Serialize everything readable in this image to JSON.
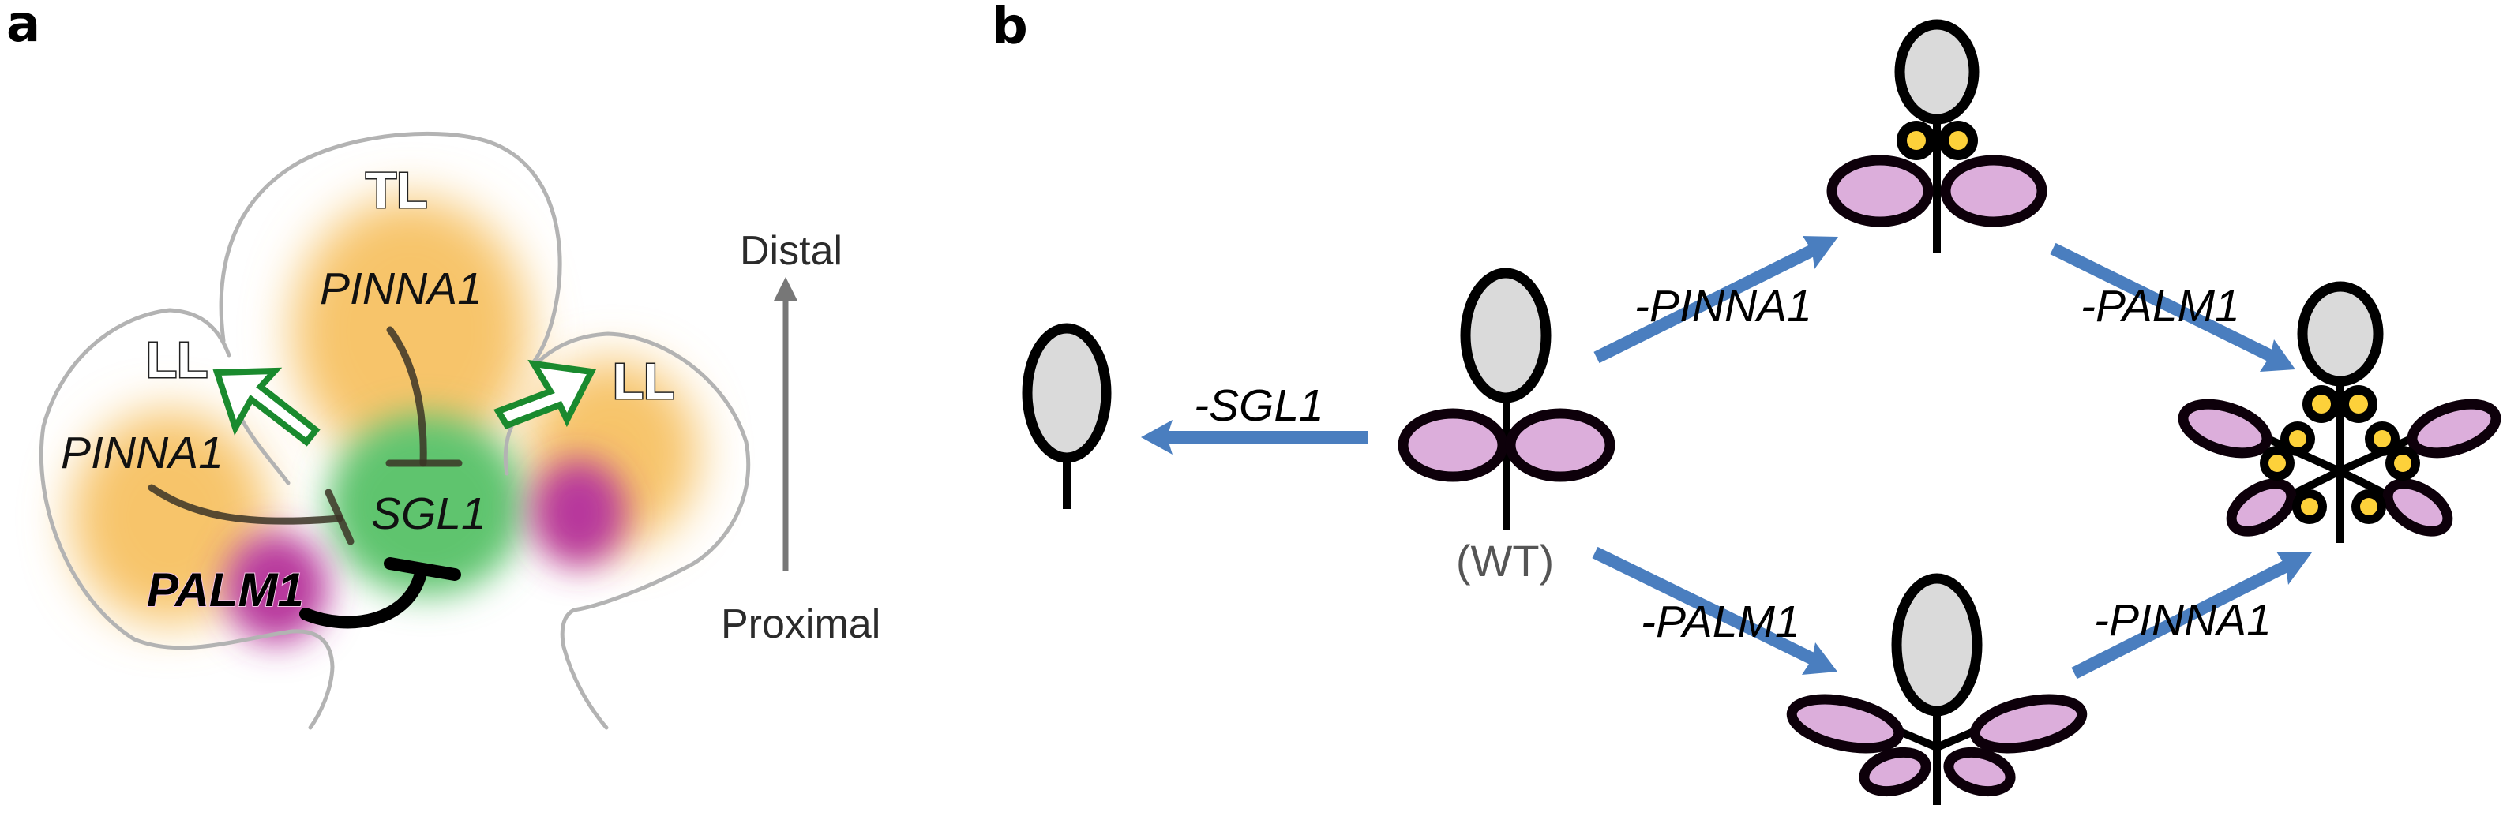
{
  "figure": {
    "panels": [
      "a",
      "b"
    ]
  },
  "panel_a": {
    "letter": "a",
    "regions": {
      "terminal_leaflet": "TL",
      "lateral_leaflet_left": "LL",
      "lateral_leaflet_right": "LL"
    },
    "genes": {
      "pinna1_top": "PINNA1",
      "pinna1_left": "PINNA1",
      "sgl1": "SGL1",
      "palm1": "PALM1"
    },
    "interactions": [
      {
        "from": "PINNA1 (TL)",
        "to": "SGL1",
        "type": "repression"
      },
      {
        "from": "PINNA1 (LL)",
        "to": "SGL1",
        "type": "repression"
      },
      {
        "from": "PALM1",
        "to": "SGL1",
        "type": "strong repression"
      },
      {
        "from": "SGL1",
        "to": "LL (left)",
        "type": "promotion"
      },
      {
        "from": "SGL1",
        "to": "LL (right)",
        "type": "promotion"
      }
    ],
    "axis": {
      "top_label": "Distal",
      "bottom_label": "Proximal"
    },
    "colors": {
      "pinna1_domain": "#f7c46a",
      "sgl1_domain": "#5ec46e",
      "palm1_domain": "#b8399c",
      "promotion_arrow": "#1a8a2e",
      "leaf_outline": "#b3b3b3",
      "axis_arrow": "#777777"
    }
  },
  "panel_b": {
    "letter": "b",
    "wt_label": "(WT)",
    "plants": [
      {
        "id": "sgl1",
        "description": "simple leaf"
      },
      {
        "id": "wt",
        "description": "trifoliate leaf"
      },
      {
        "id": "pinna1",
        "description": "trifoliate with stipule-like outgrowths"
      },
      {
        "id": "palm1",
        "description": "pentafoliate leaf"
      },
      {
        "id": "palm1_pinna1",
        "description": "pentafoliate with stipule-like outgrowths"
      }
    ],
    "edges": [
      {
        "label": "-SGL1",
        "from": "wt",
        "to": "sgl1"
      },
      {
        "label": "-PINNA1",
        "from": "wt",
        "to": "pinna1"
      },
      {
        "label": "-PALM1",
        "from": "pinna1",
        "to": "palm1_pinna1"
      },
      {
        "label": "-PALM1",
        "from": "wt",
        "to": "palm1"
      },
      {
        "label": "-PINNA1",
        "from": "palm1",
        "to": "palm1_pinna1"
      }
    ],
    "colors": {
      "transition_arrow": "#4a7ebf",
      "terminal_leaflet": "#dadada",
      "lateral_leaflet": "#dcaedb",
      "stipule": "#fdd13a"
    }
  }
}
